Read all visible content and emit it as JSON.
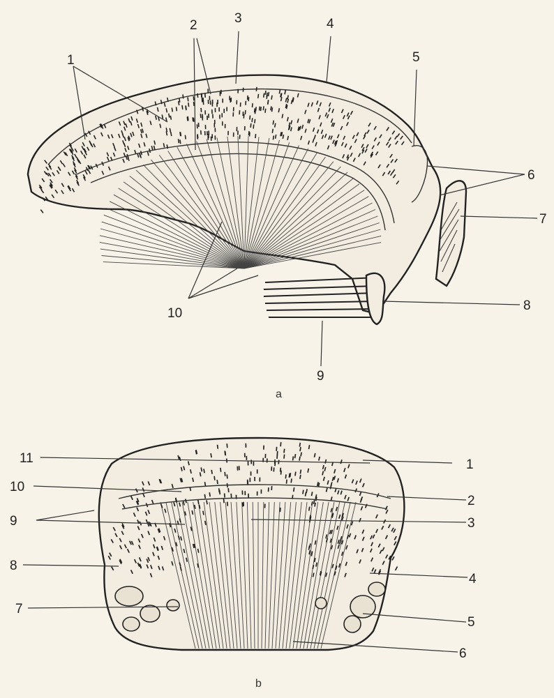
{
  "figure_a": {
    "caption": "a",
    "labels": [
      "1",
      "2",
      "3",
      "4",
      "5",
      "6",
      "7",
      "8",
      "9",
      "10"
    ]
  },
  "figure_b": {
    "caption": "b",
    "labels": [
      "1",
      "2",
      "3",
      "4",
      "5",
      "6",
      "7",
      "8",
      "9",
      "10",
      "11"
    ]
  }
}
